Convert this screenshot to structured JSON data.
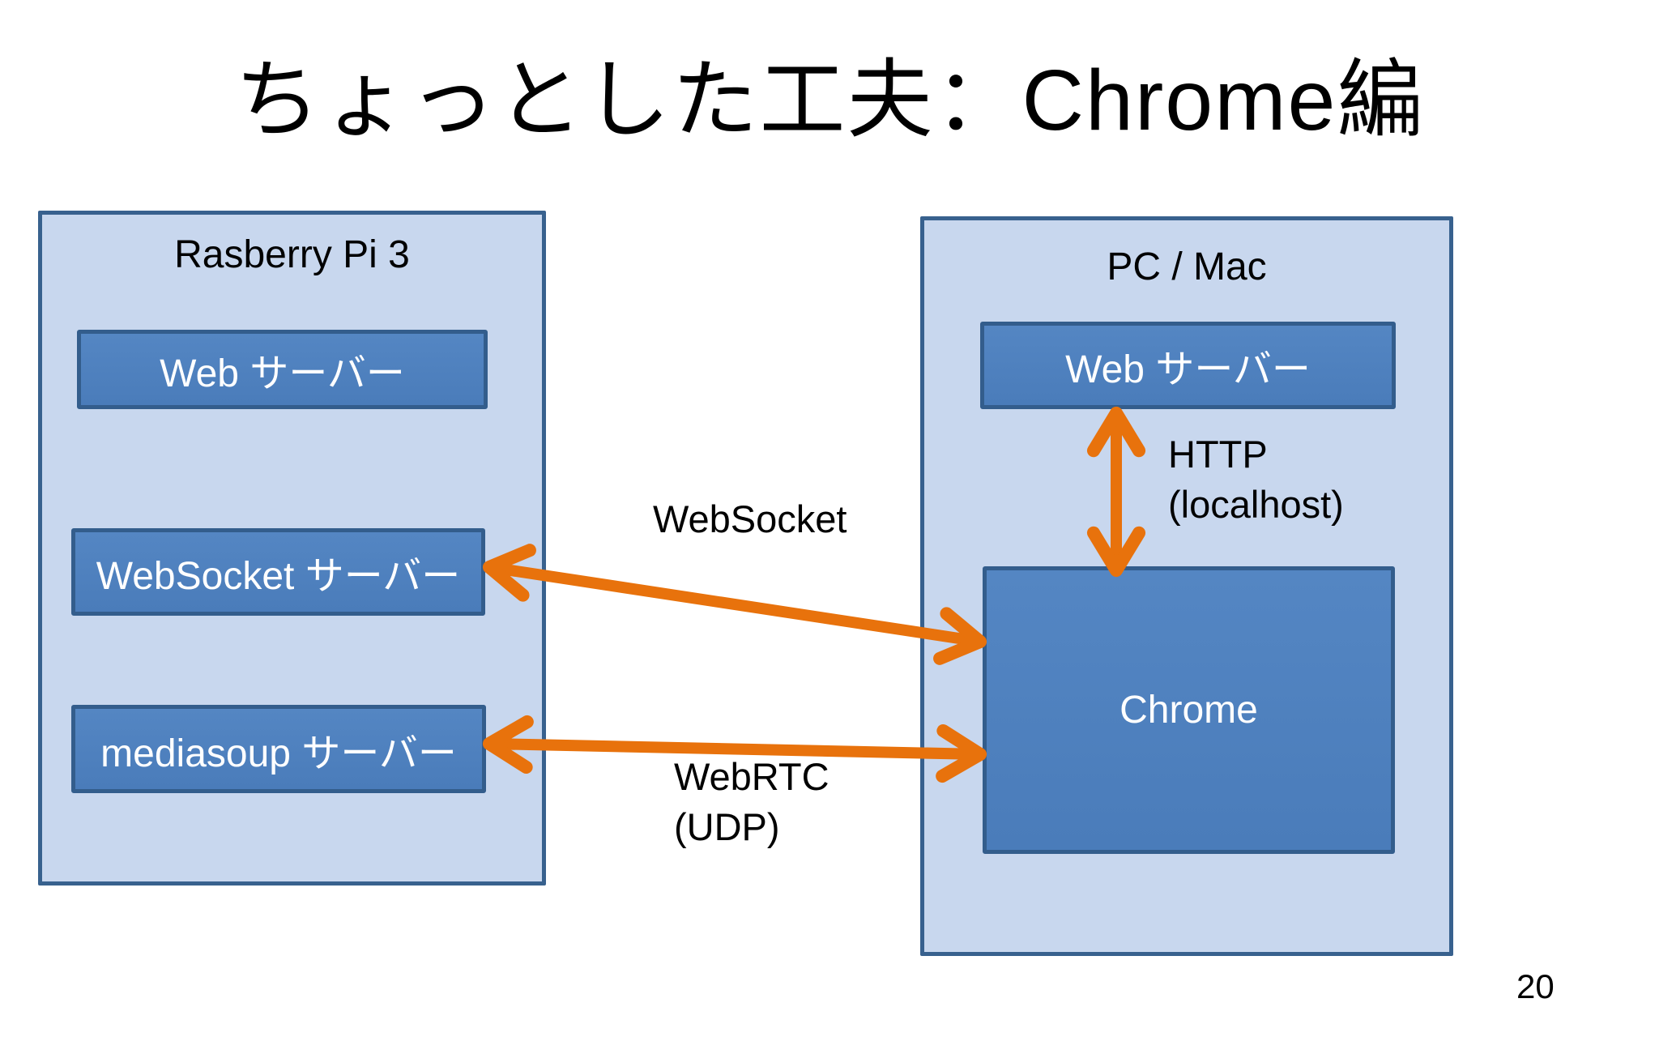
{
  "slide": {
    "title": "ちょっとした工夫：Chrome編",
    "page_number": "20"
  },
  "left_panel": {
    "label": "Rasberry Pi 3",
    "boxes": [
      {
        "label": "Web サーバー"
      },
      {
        "label": "WebSocket サーバー"
      },
      {
        "label": "mediasoup サーバー"
      }
    ]
  },
  "right_panel": {
    "label": "PC / Mac",
    "boxes": [
      {
        "label": "Web サーバー"
      },
      {
        "label": "Chrome"
      }
    ]
  },
  "connections": {
    "websocket": {
      "label": "WebSocket",
      "from": "WebSocket サーバー",
      "to": "Chrome",
      "direction": "bidirectional"
    },
    "webrtc": {
      "line1": "WebRTC",
      "line2": "(UDP)",
      "from": "mediasoup サーバー",
      "to": "Chrome",
      "direction": "bidirectional"
    },
    "http": {
      "line1": "HTTP",
      "line2": "(localhost)",
      "from": "Web サーバー",
      "to": "Chrome",
      "direction": "bidirectional"
    }
  },
  "colors": {
    "panel_fill": "#c8d7ee",
    "panel_border": "#38618e",
    "box_fill": "#4d80bd",
    "box_border": "#335d8c",
    "arrow": "#e8720c",
    "box_text": "#ffffff",
    "label_text": "#000000"
  }
}
